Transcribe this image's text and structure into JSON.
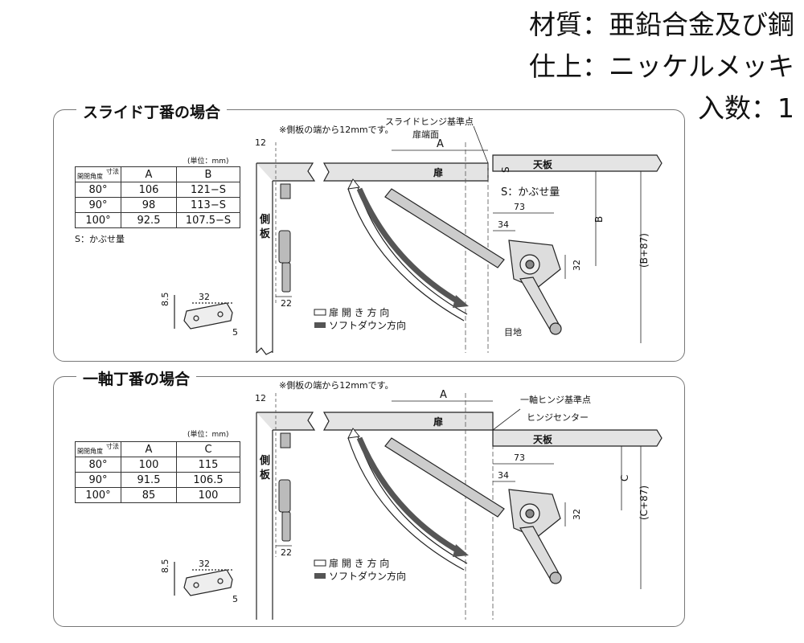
{
  "specs": {
    "material": "材質：亜鉛合金及び鋼",
    "finish": "仕上：ニッケルメッキ",
    "quantity": "入数：1"
  },
  "slide_panel": {
    "title": "スライド丁番の場合",
    "note_top": "※側板の端から12mmです。",
    "ref_point": "スライドヒンジ基準点",
    "door_edge": "扉端面",
    "unit": "(単位：mm)",
    "table": {
      "header_size": "寸法",
      "header_angle": "開閉角度",
      "col_a": "A",
      "col_b": "B",
      "rows": [
        {
          "angle": "80°",
          "a": "106",
          "b": "121−S"
        },
        {
          "angle": "90°",
          "a": "98",
          "b": "113−S"
        },
        {
          "angle": "100°",
          "a": "92.5",
          "b": "107.5−S"
        }
      ]
    },
    "s_note": "S：かぶせ量",
    "labels": {
      "dim_12": "12",
      "dim_a": "A",
      "door": "扉",
      "top_board": "天板",
      "side_board": "側板",
      "s_label": "S",
      "s_overlay": "S：かぶせ量",
      "dim_73": "73",
      "dim_34": "34",
      "dim_32": "32",
      "dim_b": "B",
      "dim_b87": "(B+87)",
      "dim_22": "22",
      "dim_85": "8.5",
      "dim_32s": "32",
      "dim_5": "5",
      "open_dir": "扉 開 き 方 向",
      "soft_down": "ソフトダウン方向",
      "reference": "目地"
    }
  },
  "single_panel": {
    "title": "一軸丁番の場合",
    "note_top": "※側板の端から12mmです。",
    "ref_point": "一軸ヒンジ基準点",
    "hinge_center": "ヒンジセンター",
    "unit": "(単位：mm)",
    "table": {
      "header_size": "寸法",
      "header_angle": "開閉角度",
      "col_a": "A",
      "col_c": "C",
      "rows": [
        {
          "angle": "80°",
          "a": "100",
          "c": "115"
        },
        {
          "angle": "90°",
          "a": "91.5",
          "c": "106.5"
        },
        {
          "angle": "100°",
          "a": "85",
          "c": "100"
        }
      ]
    },
    "labels": {
      "dim_12": "12",
      "dim_a": "A",
      "door": "扉",
      "top_board": "天板",
      "side_board": "側板",
      "dim_73": "73",
      "dim_34": "34",
      "dim_32": "32",
      "dim_c": "C",
      "dim_c87": "(C+87)",
      "dim_22": "22",
      "dim_85": "8.5",
      "dim_32s": "32",
      "dim_5": "5",
      "open_dir": "扉 開 き 方 向",
      "soft_down": "ソフトダウン方向"
    }
  }
}
